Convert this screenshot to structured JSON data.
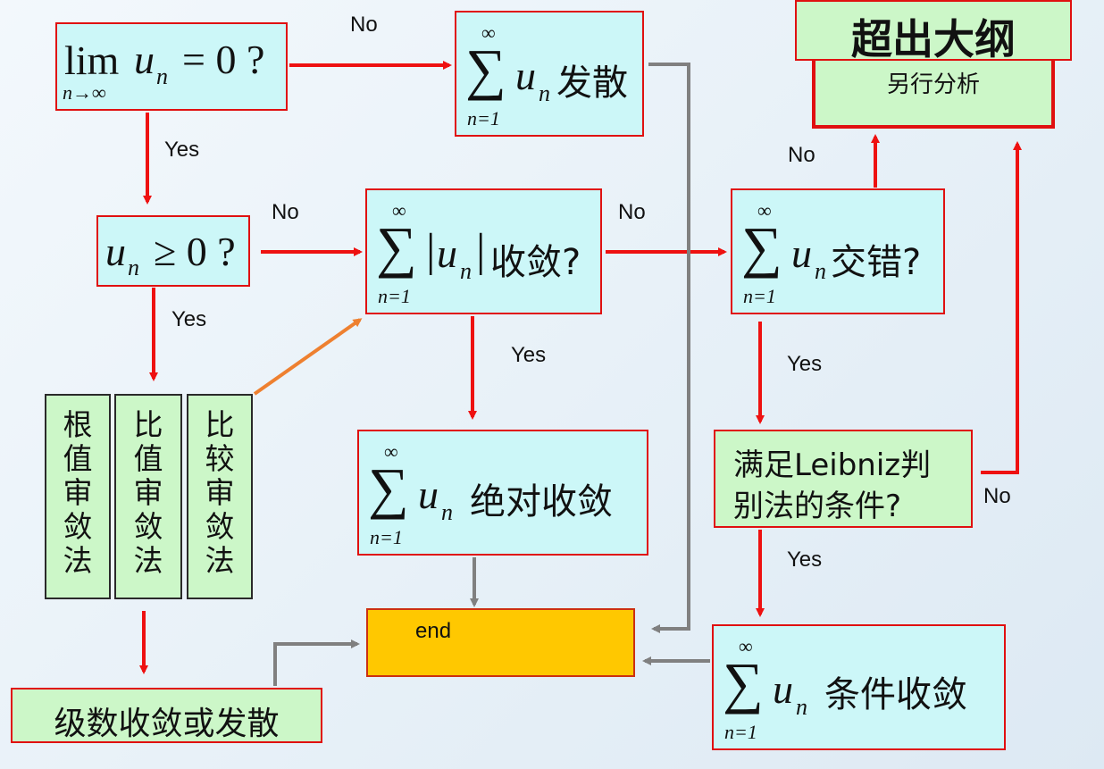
{
  "box_q1": {
    "lim": "lim",
    "sub": "n→∞",
    "u": "u",
    "n": "n",
    "rest": "= 0 ?"
  },
  "box_diverge": {
    "inf": "∞",
    "sigma": "∑",
    "lower": "n=1",
    "u": "u",
    "n": "n",
    "text": "发散"
  },
  "box_q2": {
    "u": "u",
    "n": "n",
    "rest": "≥ 0 ?"
  },
  "box_abs": {
    "inf": "∞",
    "sigma": "∑",
    "lower": "n=1",
    "bar": "|",
    "u": "u",
    "n": "n",
    "text": "收敛?"
  },
  "box_alt": {
    "inf": "∞",
    "sigma": "∑",
    "lower": "n=1",
    "u": "u",
    "n": "n",
    "text": "交错?"
  },
  "box_out": {
    "title": "超出大纲",
    "subtitle": "另行分析"
  },
  "box_absconv": {
    "inf": "∞",
    "sigma": "∑",
    "lower": "n=1",
    "u": "u",
    "n": "n",
    "text": "绝对收敛"
  },
  "box_leibniz": {
    "line1": "满足Leibniz判",
    "line2": "别法的条件?"
  },
  "box_condconv": {
    "inf": "∞",
    "sigma": "∑",
    "lower": "n=1",
    "u": "u",
    "n": "n",
    "text": "条件收敛"
  },
  "box_end": {
    "label": "end"
  },
  "box_series": {
    "label": "级数收敛或发散"
  },
  "tests": [
    "根值审敛法",
    "比值审敛法",
    "比较审敛法"
  ],
  "labels": {
    "no1": "No",
    "yes1": "Yes",
    "no2": "No",
    "yes2": "Yes",
    "no3": "No",
    "yes3": "Yes",
    "no4": "No",
    "yes4": "Yes",
    "no5": "No",
    "yes5": "Yes"
  },
  "colors": {
    "arrow_red": "#ee1111",
    "arrow_gray": "#808080",
    "arrow_orange": "#ee8030",
    "box_cyan": "#ccf7f8",
    "box_green": "#ccf7c8",
    "box_gold": "#ffc800"
  }
}
